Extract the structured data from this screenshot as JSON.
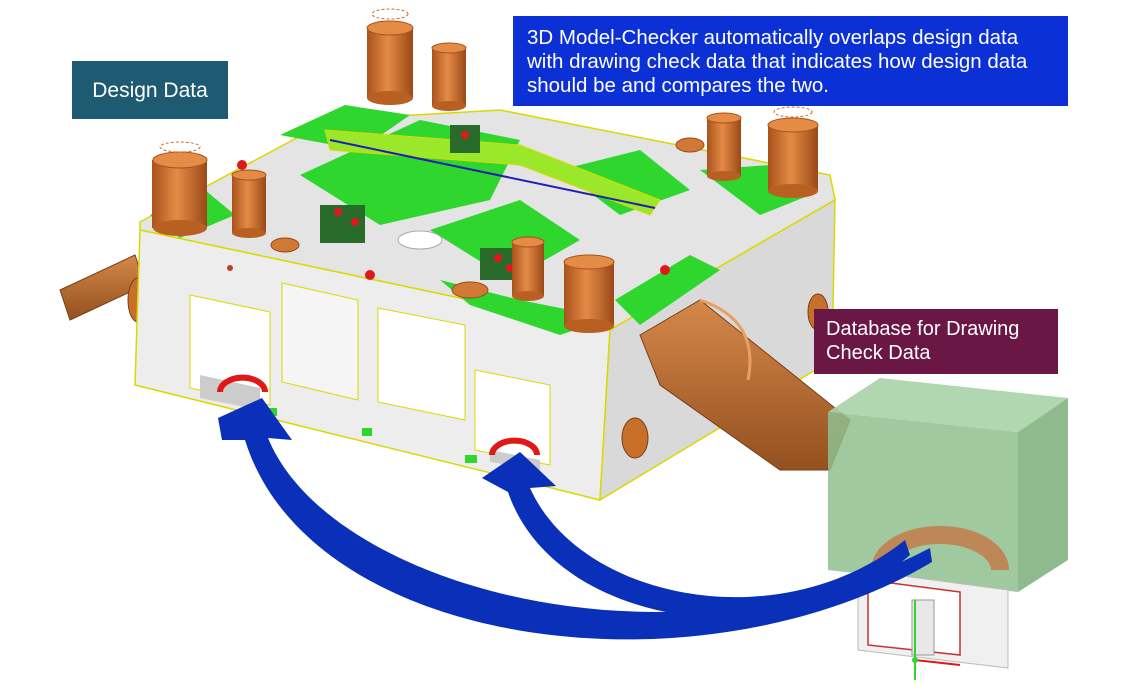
{
  "labels": {
    "design_data": "Design Data",
    "callout": "3D Model-Checker automatically overlaps design data with drawing check data that indicates how design data should be and compares the two.",
    "database": "Database for Drawing Check Data"
  },
  "colors": {
    "design_label_bg": "#1e5b73",
    "callout_bg": "#0b30d6",
    "database_label_bg": "#6a1746",
    "arrow": "#0a2fb8",
    "model_body": "#ebebeb",
    "model_green": "#2ed62e",
    "pipe_orange": "#c8702a",
    "database_cube": "#8fbf8f"
  }
}
